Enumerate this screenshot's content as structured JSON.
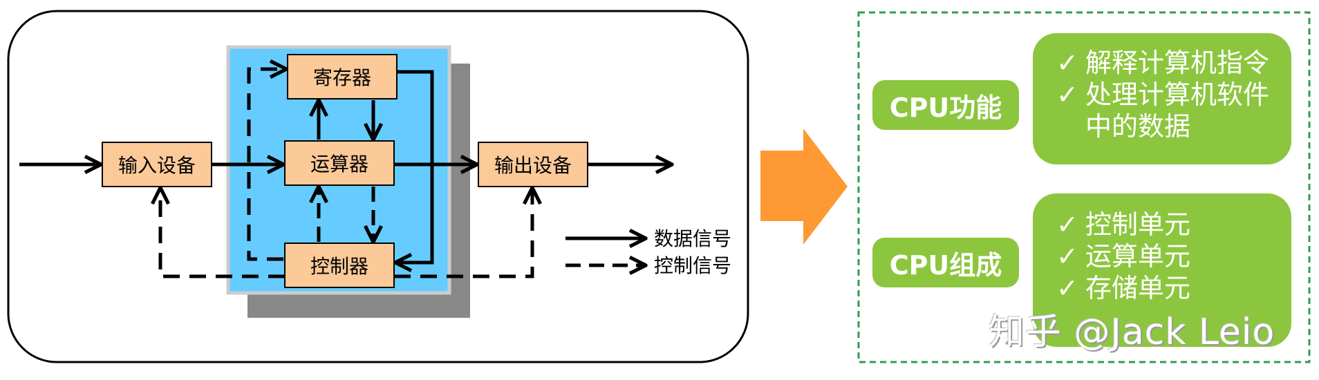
{
  "diagram": {
    "nodes": {
      "register": "寄存器",
      "alu": "运算器",
      "control": "控制器",
      "input": "输入设备",
      "output": "输出设备"
    },
    "legend": {
      "data_signal": "数据信号",
      "control_signal": "控制信号"
    }
  },
  "cpu_info": {
    "function_title": "CPU功能",
    "function_items": [
      "解释计算机指令",
      "处理计算机软件",
      "中的数据"
    ],
    "composition_title": "CPU组成",
    "composition_items": [
      "控制单元",
      "运算单元",
      "存储单元"
    ],
    "check_symbol": "✓"
  },
  "watermark": "知乎 @Jack Leio",
  "colors": {
    "node_fill": "#fcc998",
    "cpu_bg": "#66ccff",
    "arrow": "#ff9933",
    "green": "#8cc63e",
    "dash_border": "#2e9e4f"
  }
}
